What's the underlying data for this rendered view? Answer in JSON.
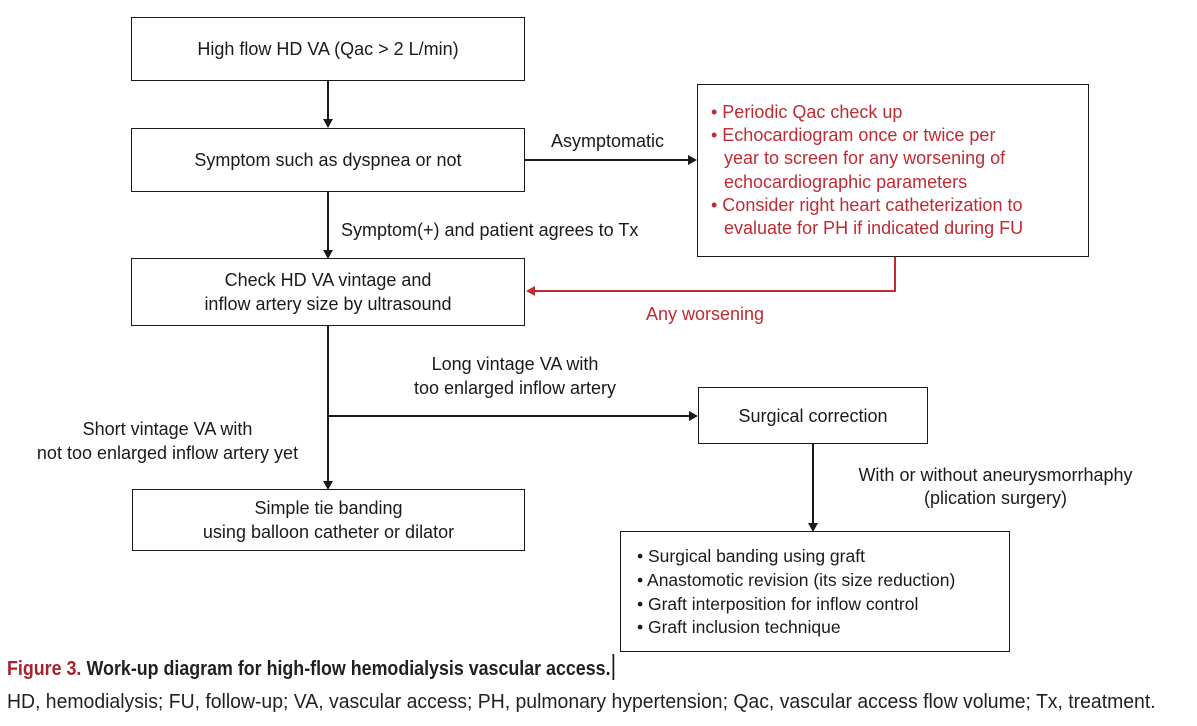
{
  "colors": {
    "diagram_red": "#C02B33",
    "figure_label_red": "#A8222E",
    "ink": "#1A1A1A",
    "caption_ink": "#231F20",
    "background": "#FFFFFF"
  },
  "nodes": {
    "high_flow": {
      "text": "High flow HD VA (Qac > 2 L/min)"
    },
    "symptom": {
      "text": "Symptom such as dyspnea or not"
    },
    "monitoring": {
      "lines": [
        "• Periodic Qac check up",
        "• Echocardiogram once or twice per",
        "year to screen for any worsening of",
        "echocardiographic parameters",
        "• Consider right heart catheterization to",
        "evaluate for PH if indicated during FU"
      ]
    },
    "check": {
      "line1": "Check HD VA vintage and",
      "line2": "inflow artery size by ultrasound"
    },
    "surgical_correction": {
      "text": "Surgical correction"
    },
    "simple_tie": {
      "line1": "Simple tie banding",
      "line2": "using balloon catheter or dilator"
    },
    "surgical_options": {
      "lines": [
        "• Surgical banding using graft",
        "• Anastomotic revision (its size reduction)",
        "• Graft interposition for inflow control",
        "• Graft inclusion technique"
      ]
    }
  },
  "edge_labels": {
    "asymptomatic": "Asymptomatic",
    "symptom_tx": "Symptom(+) and patient agrees to Tx",
    "any_worsening": "Any worsening",
    "long_vintage_line1": "Long vintage VA with",
    "long_vintage_line2": "too enlarged inflow artery",
    "short_vintage_line1": "Short vintage VA with",
    "short_vintage_line2": "not too enlarged inflow artery yet",
    "aneurysm_line1": "With or without aneurysmorrhaphy",
    "aneurysm_line2": "(plication surgery)"
  },
  "caption": {
    "figure_label": "Figure 3.",
    "title": "Work-up diagram for high-flow hemodialysis vascular access.",
    "abbreviations": "HD, hemodialysis; FU, follow-up; VA, vascular access; PH, pulmonary hypertension; Qac, vascular access flow volume; Tx, treatment."
  }
}
